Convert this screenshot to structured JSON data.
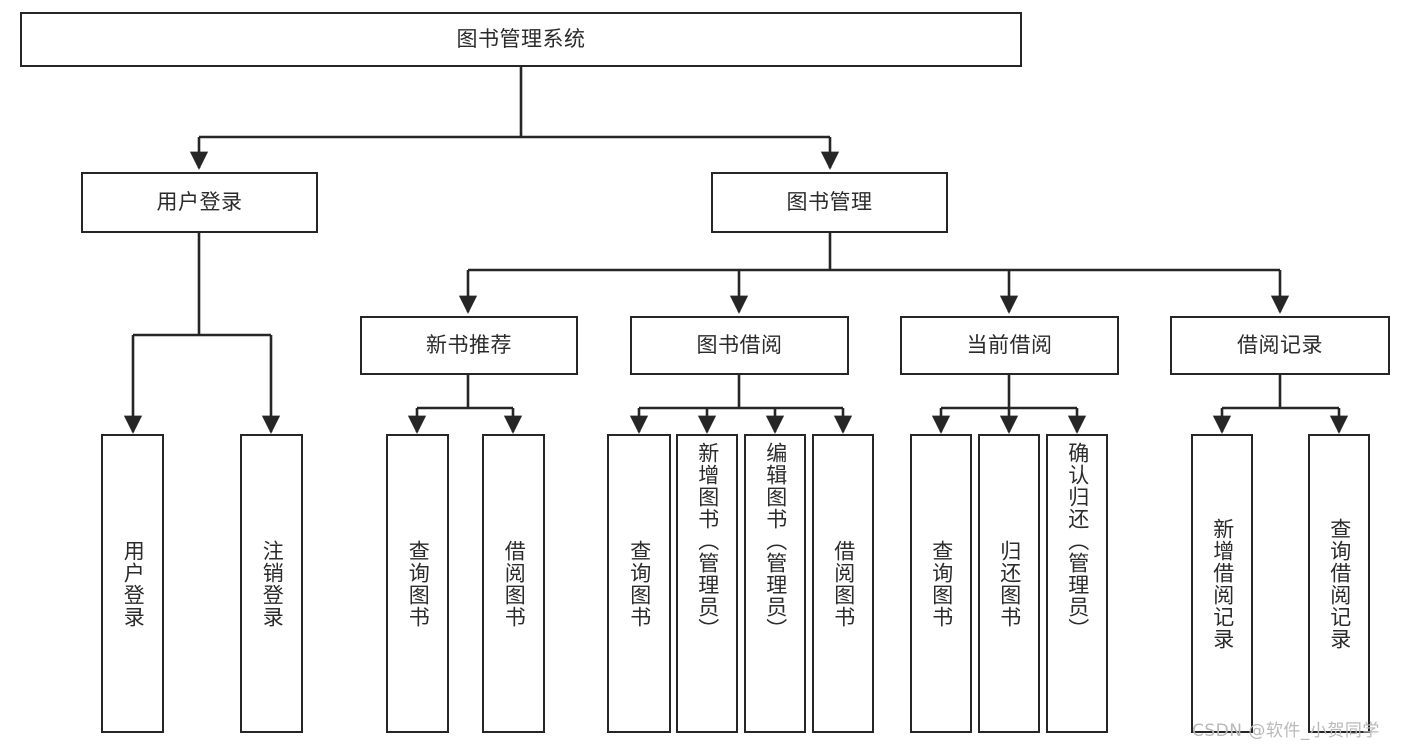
{
  "diagram": {
    "type": "tree-hierarchy",
    "title": "图书管理系统",
    "nodes": {
      "root": {
        "label": "图书管理系统",
        "orientation": "horizontal"
      },
      "user_login": {
        "label": "用户登录",
        "orientation": "horizontal"
      },
      "book_manage": {
        "label": "图书管理",
        "orientation": "horizontal"
      },
      "new_book_rec": {
        "label": "新书推荐",
        "orientation": "horizontal"
      },
      "book_borrow": {
        "label": "图书借阅",
        "orientation": "horizontal"
      },
      "current_borrow": {
        "label": "当前借阅",
        "orientation": "horizontal"
      },
      "borrow_record": {
        "label": "借阅记录",
        "orientation": "horizontal"
      },
      "leaf_user_login": {
        "label": "用户登录",
        "orientation": "vertical"
      },
      "leaf_logout": {
        "label": "注销登录",
        "orientation": "vertical"
      },
      "leaf_query_book_1": {
        "label": "查询图书",
        "orientation": "vertical"
      },
      "leaf_borrow_book_1": {
        "label": "借阅图书",
        "orientation": "vertical"
      },
      "leaf_query_book_2": {
        "label": "查询图书",
        "orientation": "vertical"
      },
      "leaf_add_book": {
        "label": "新增图书（管理员）",
        "orientation": "vertical"
      },
      "leaf_edit_book": {
        "label": "编辑图书（管理员）",
        "orientation": "vertical"
      },
      "leaf_borrow_book_2": {
        "label": "借阅图书",
        "orientation": "vertical"
      },
      "leaf_query_book_3": {
        "label": "查询图书",
        "orientation": "vertical"
      },
      "leaf_return_book": {
        "label": "归还图书",
        "orientation": "vertical"
      },
      "leaf_confirm_return": {
        "label": "确认归还（管理员）",
        "orientation": "vertical"
      },
      "leaf_add_record": {
        "label": "新增借阅记录",
        "orientation": "vertical"
      },
      "leaf_query_record": {
        "label": "查询借阅记录",
        "orientation": "vertical"
      }
    },
    "edges": [
      {
        "from": "root",
        "to": "user_login"
      },
      {
        "from": "root",
        "to": "book_manage"
      },
      {
        "from": "user_login",
        "to": "leaf_user_login"
      },
      {
        "from": "user_login",
        "to": "leaf_logout"
      },
      {
        "from": "book_manage",
        "to": "new_book_rec"
      },
      {
        "from": "book_manage",
        "to": "book_borrow"
      },
      {
        "from": "book_manage",
        "to": "current_borrow"
      },
      {
        "from": "book_manage",
        "to": "borrow_record"
      },
      {
        "from": "new_book_rec",
        "to": "leaf_query_book_1"
      },
      {
        "from": "new_book_rec",
        "to": "leaf_borrow_book_1"
      },
      {
        "from": "book_borrow",
        "to": "leaf_query_book_2"
      },
      {
        "from": "book_borrow",
        "to": "leaf_add_book"
      },
      {
        "from": "book_borrow",
        "to": "leaf_edit_book"
      },
      {
        "from": "book_borrow",
        "to": "leaf_borrow_book_2"
      },
      {
        "from": "current_borrow",
        "to": "leaf_query_book_3"
      },
      {
        "from": "current_borrow",
        "to": "leaf_return_book"
      },
      {
        "from": "current_borrow",
        "to": "leaf_confirm_return"
      },
      {
        "from": "borrow_record",
        "to": "leaf_add_record"
      },
      {
        "from": "borrow_record",
        "to": "leaf_query_record"
      }
    ],
    "colors": {
      "stroke": "#262626",
      "fill": "#ffffff",
      "text": "#2b2b2b",
      "watermark": "#b9b9b9"
    }
  },
  "watermark": {
    "text": "CSDN @软件_小贺同学"
  }
}
